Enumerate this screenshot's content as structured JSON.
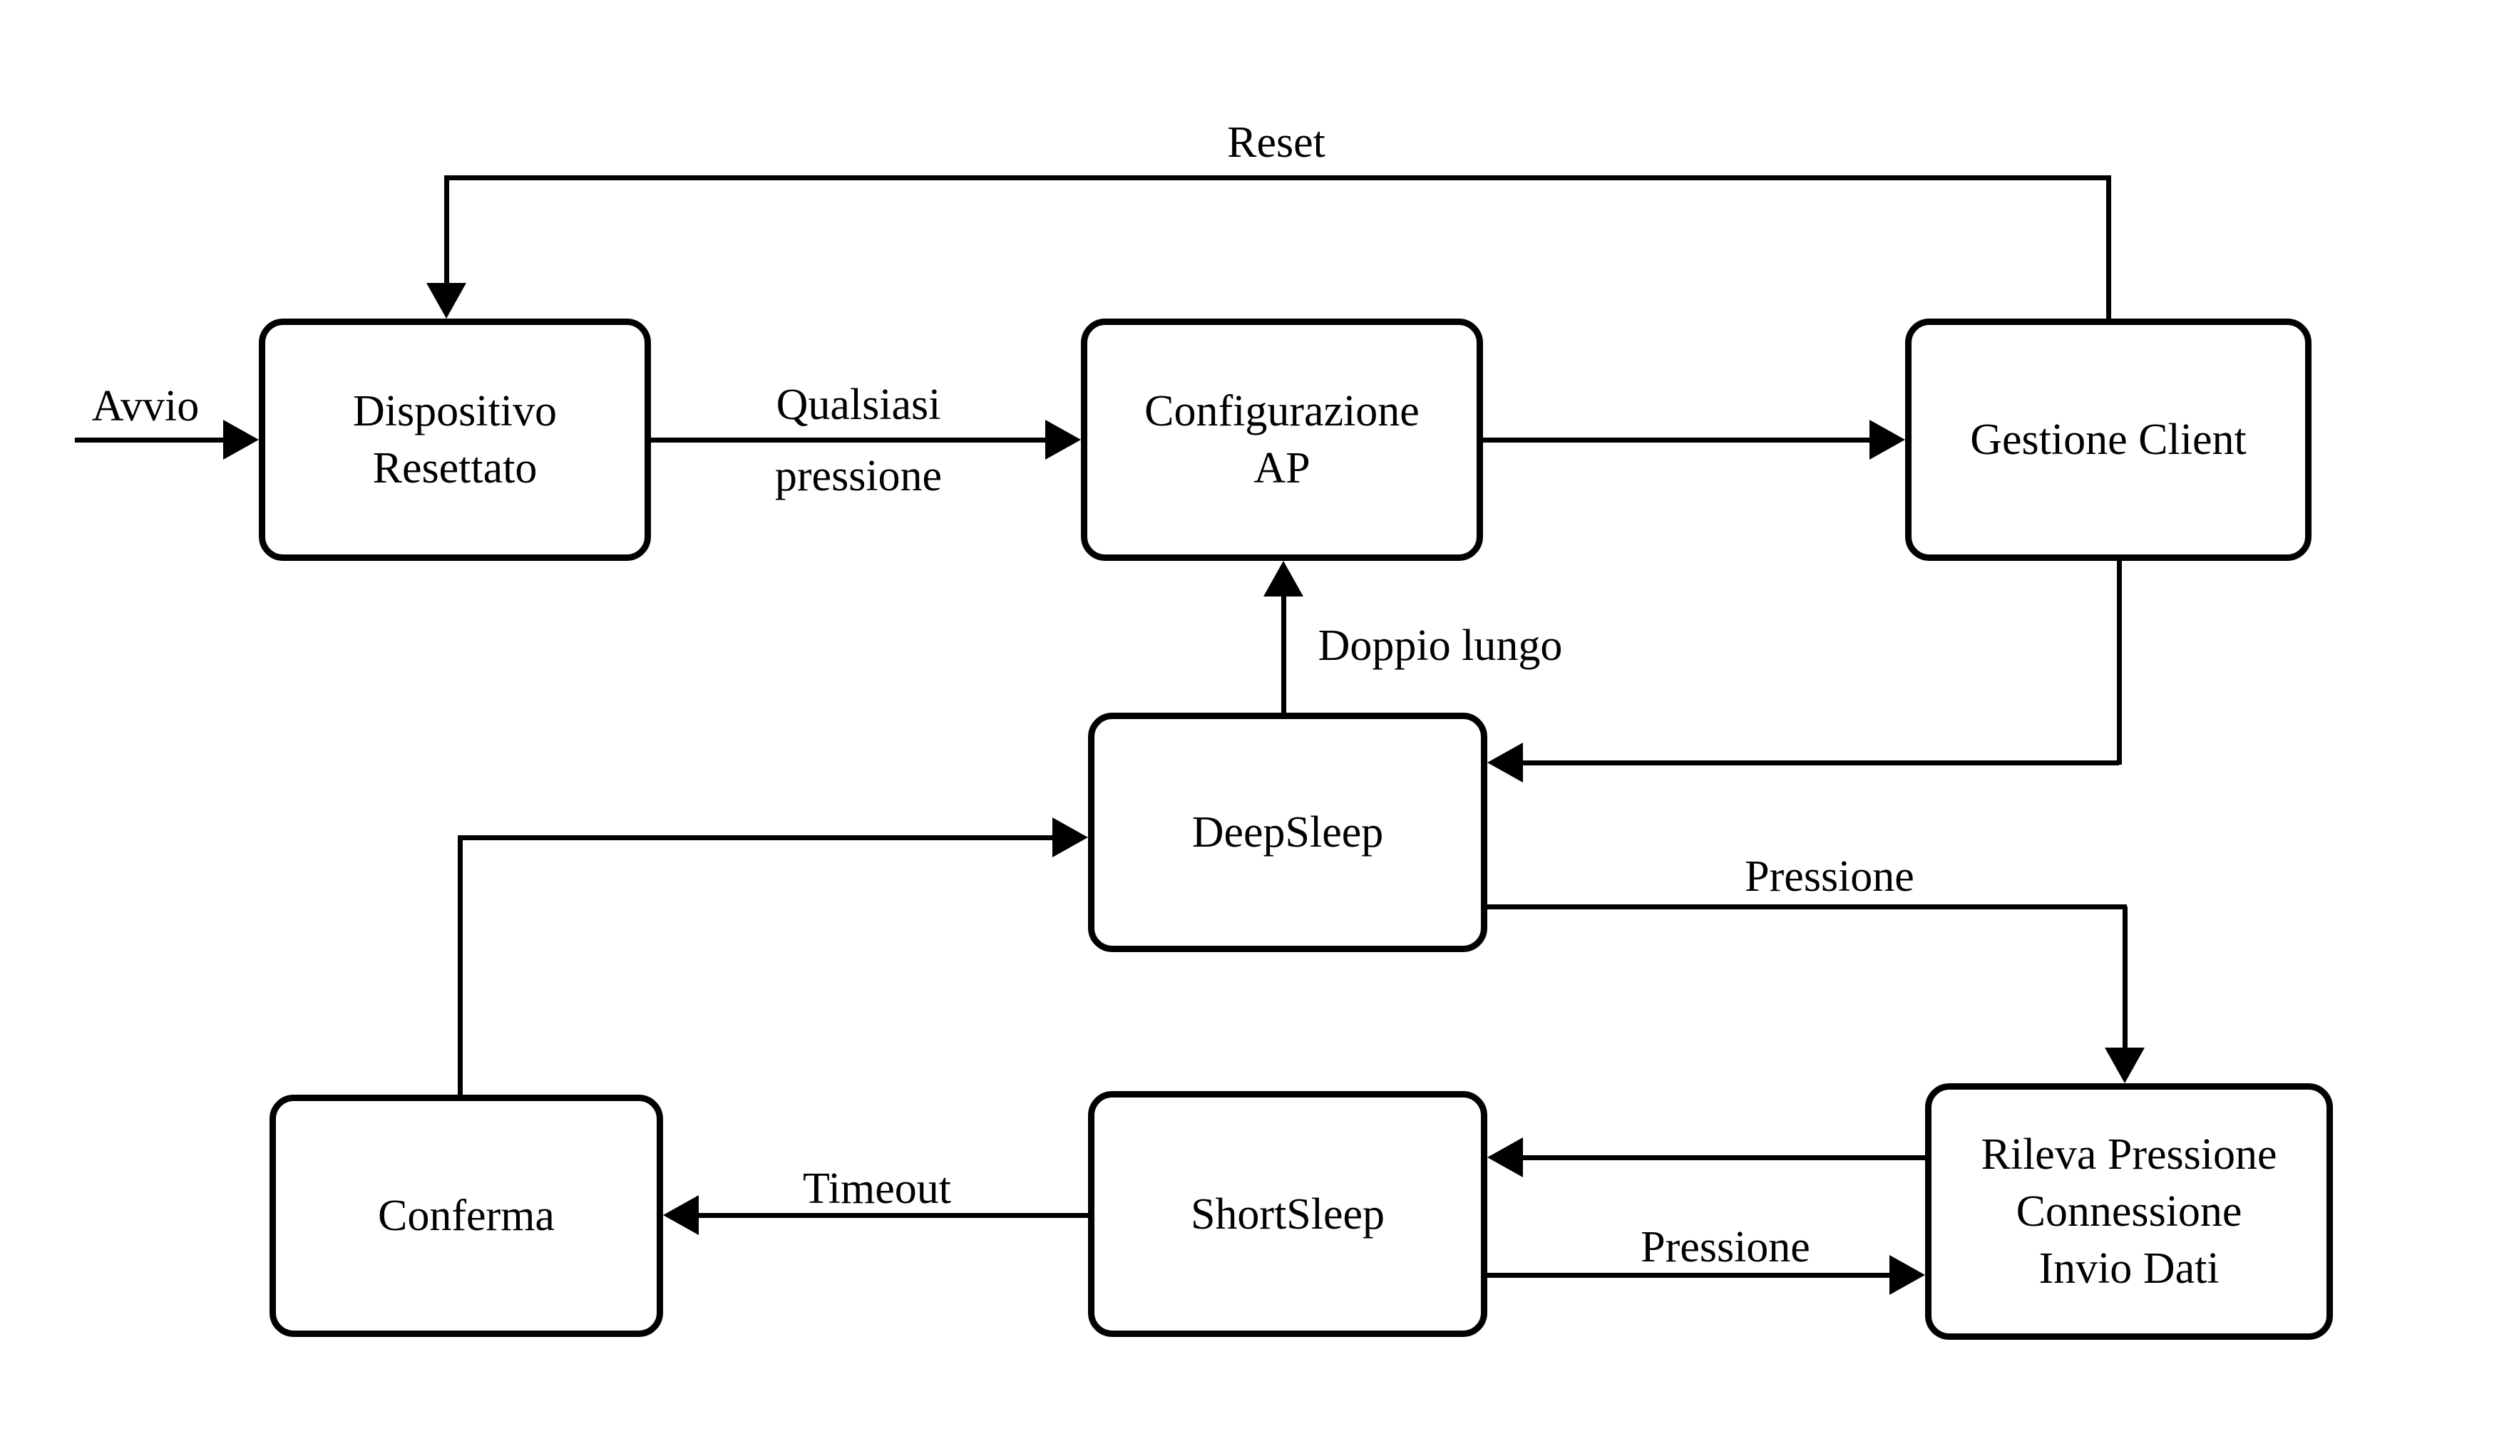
{
  "diagram": {
    "type": "state-machine-flowchart",
    "background_color": "#ffffff",
    "stroke_color": "#000000",
    "text_color": "#000000",
    "nodes": [
      {
        "id": "dispositivo-resettato",
        "lines": [
          "Dispositivo",
          "Resettato"
        ]
      },
      {
        "id": "configurazione-ap",
        "lines": [
          "Configurazione",
          "AP"
        ]
      },
      {
        "id": "gestione-client",
        "lines": [
          "Gestione Client"
        ]
      },
      {
        "id": "deepsleep",
        "lines": [
          "DeepSleep"
        ]
      },
      {
        "id": "conferma",
        "lines": [
          "Conferma"
        ]
      },
      {
        "id": "shortsleep",
        "lines": [
          "ShortSleep"
        ]
      },
      {
        "id": "rileva-pressione",
        "lines": [
          "Rileva Pressione",
          "Connessione",
          "Invio Dati"
        ]
      }
    ],
    "edges": [
      {
        "from": "start",
        "to": "dispositivo-resettato",
        "label": "Avvio"
      },
      {
        "from": "dispositivo-resettato",
        "to": "configurazione-ap",
        "label": "Qualsiasi pressione",
        "label_lines": [
          "Qualsiasi",
          "pressione"
        ]
      },
      {
        "from": "configurazione-ap",
        "to": "gestione-client",
        "label": ""
      },
      {
        "from": "gestione-client",
        "to": "dispositivo-resettato",
        "label": "Reset"
      },
      {
        "from": "gestione-client",
        "to": "deepsleep",
        "label": ""
      },
      {
        "from": "deepsleep",
        "to": "configurazione-ap",
        "label": "Doppio lungo"
      },
      {
        "from": "conferma",
        "to": "deepsleep",
        "label": ""
      },
      {
        "from": "deepsleep",
        "to": "rileva-pressione",
        "label": "Pressione"
      },
      {
        "from": "rileva-pressione",
        "to": "shortsleep",
        "label": ""
      },
      {
        "from": "shortsleep",
        "to": "rileva-pressione",
        "label": "Pressione"
      },
      {
        "from": "shortsleep",
        "to": "conferma",
        "label": "Timeout"
      }
    ]
  }
}
